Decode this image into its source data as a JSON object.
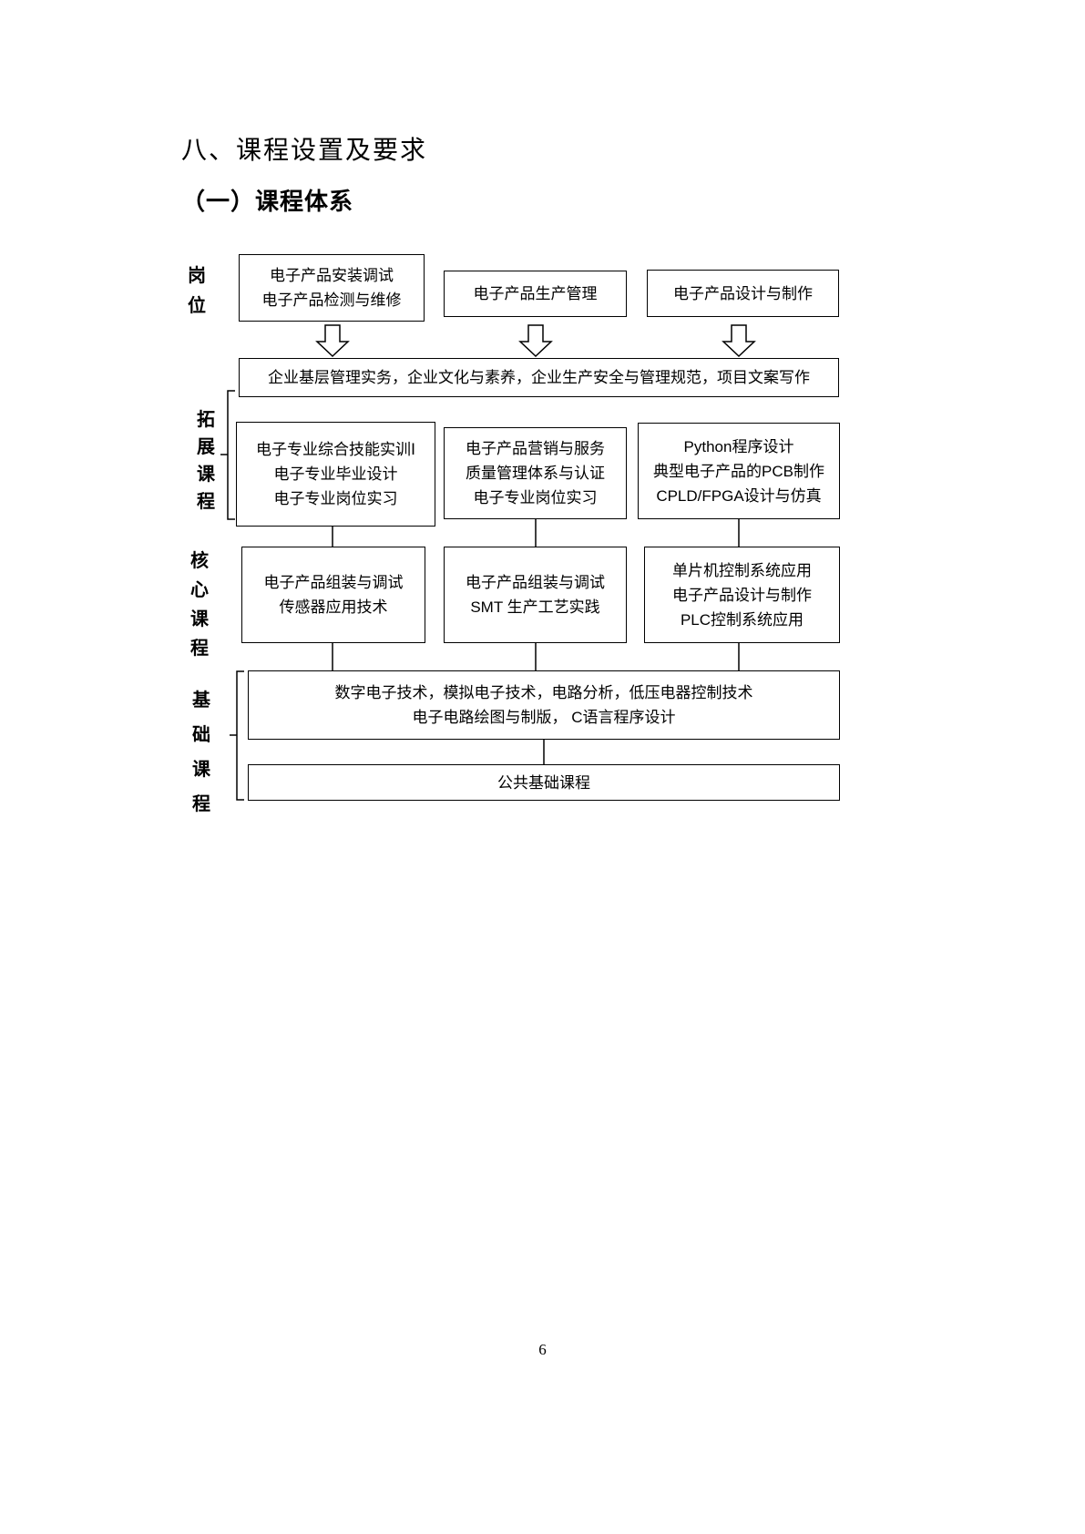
{
  "page": {
    "section_title": "八、课程设置及要求",
    "subsection_title": "（一）课程体系",
    "page_number": "6"
  },
  "diagram": {
    "row_labels": {
      "positions": "岗位",
      "expansion": "拓展课程",
      "core": "核心课程",
      "foundation": "基础课程"
    },
    "position_boxes": [
      {
        "lines": [
          "电子产品安装调试",
          "电子产品检测与维修"
        ]
      },
      {
        "lines": [
          "电子产品生产管理"
        ]
      },
      {
        "lines": [
          "电子产品设计与制作"
        ]
      }
    ],
    "management_box": "企业基层管理实务，企业文化与素养，企业生产安全与管理规范，项目文案写作",
    "expansion_boxes": [
      {
        "lines": [
          "电子专业综合技能实训Ⅰ",
          "电子专业毕业设计",
          "电子专业岗位实习"
        ]
      },
      {
        "lines": [
          "电子产品营销与服务",
          "质量管理体系与认证",
          "电子专业岗位实习"
        ]
      },
      {
        "lines": [
          "Python程序设计",
          "典型电子产品的PCB制作",
          "CPLD/FPGA设计与仿真"
        ]
      }
    ],
    "core_boxes": [
      {
        "lines": [
          "电子产品组装与调试",
          "传感器应用技术"
        ]
      },
      {
        "lines": [
          "电子产品组装与调试",
          "SMT 生产工艺实践"
        ]
      },
      {
        "lines": [
          "单片机控制系统应用",
          "电子产品设计与制作",
          "PLC控制系统应用"
        ]
      }
    ],
    "foundation_box": {
      "lines": [
        "数字电子技术，模拟电子技术，电路分析，低压电器控制技术",
        "电子电路绘图与制版，  C语言程序设计"
      ]
    },
    "public_box": "公共基础课程"
  }
}
